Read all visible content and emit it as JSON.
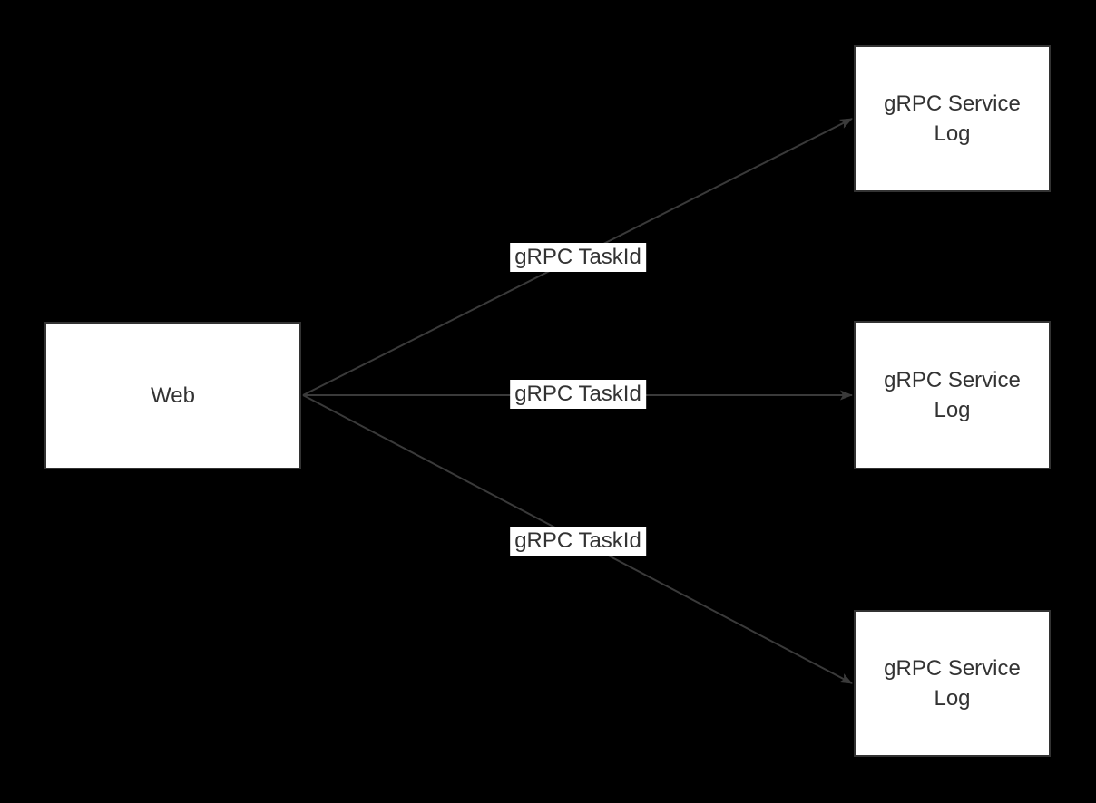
{
  "diagram": {
    "colors": {
      "background": "#000000",
      "node_fill": "#ffffff",
      "node_border": "#333333",
      "edge_stroke": "#3a3a3a",
      "text": "#333333",
      "edge_label_background": "#ffffff"
    },
    "web_node": {
      "label": "Web"
    },
    "service_nodes": [
      {
        "label": "gRPC Service Log"
      },
      {
        "label": "gRPC Service Log"
      },
      {
        "label": "gRPC Service Log"
      }
    ],
    "edges": [
      {
        "label": "gRPC TaskId"
      },
      {
        "label": "gRPC TaskId"
      },
      {
        "label": "gRPC TaskId"
      }
    ]
  }
}
